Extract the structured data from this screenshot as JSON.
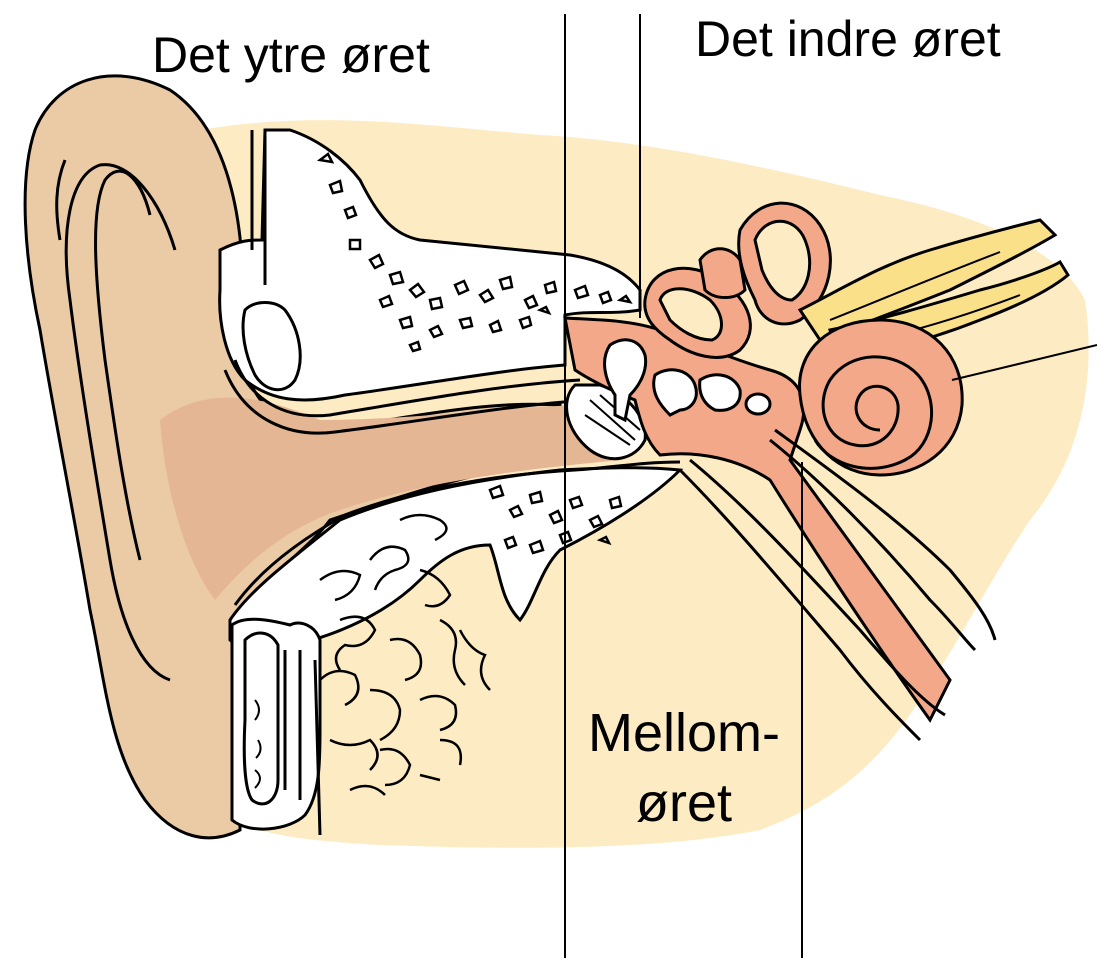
{
  "labels": {
    "outer_ear": "Det ytre øret",
    "inner_ear": "Det indre øret",
    "middle_ear_line1": "Mellom-",
    "middle_ear_line2": "øret"
  },
  "colors": {
    "background_tissue": "#fdebc3",
    "auricle": "#ebcaa6",
    "canal": "#e4b694",
    "bone": "#ffffff",
    "inner_ear_pink": "#f3a889",
    "nerve": "#fbe08a",
    "outline": "#000000"
  }
}
